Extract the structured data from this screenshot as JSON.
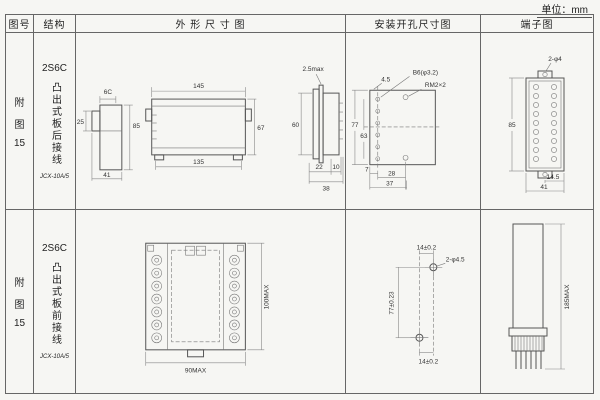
{
  "unit_label": "单位：mm",
  "header": {
    "fig_no": "图号",
    "structure": "结构",
    "outline": "外 形 尺 寸 图",
    "mounting": "安装开孔尺寸图",
    "terminal": "端子图"
  },
  "rows": [
    {
      "fig": [
        "附",
        "图",
        "15"
      ],
      "structure": {
        "model": "2S6C",
        "desc": "凸出式板后接线",
        "code": "JCX-10A/5"
      },
      "outline": {
        "side_top": "6C",
        "side_left": "25",
        "side_right": "85",
        "side_bottom": "41",
        "front_top": "145",
        "front_bottom": "135",
        "front_right": "67",
        "panel_top": "2.5max",
        "panel_left": "60",
        "panel_b1": "22",
        "panel_b2": "10",
        "panel_b3": "38"
      },
      "mounting": {
        "top": "4.5",
        "hole1": "B6(φ3.2)",
        "hole2": "RM2×2",
        "left_outer": "77",
        "left_inner": "63",
        "b1": "7",
        "b2": "28",
        "b3": "37"
      },
      "terminal": {
        "holes": "2-φ4",
        "left": "85",
        "b1": "14.5",
        "b2": "41"
      }
    },
    {
      "fig": [
        "附",
        "图",
        "15"
      ],
      "structure": {
        "model": "2S6C",
        "desc": "凸出式板前接线",
        "code": "JCX-10A/5"
      },
      "outline": {
        "bottom": "90MAX",
        "right": "100MAX"
      },
      "mounting": {
        "top": "14±0.2",
        "holes": "2-φ4.5",
        "left": "77±0.23",
        "bottom": "14±0.2"
      },
      "terminal": {
        "right": "185MAX"
      }
    }
  ]
}
